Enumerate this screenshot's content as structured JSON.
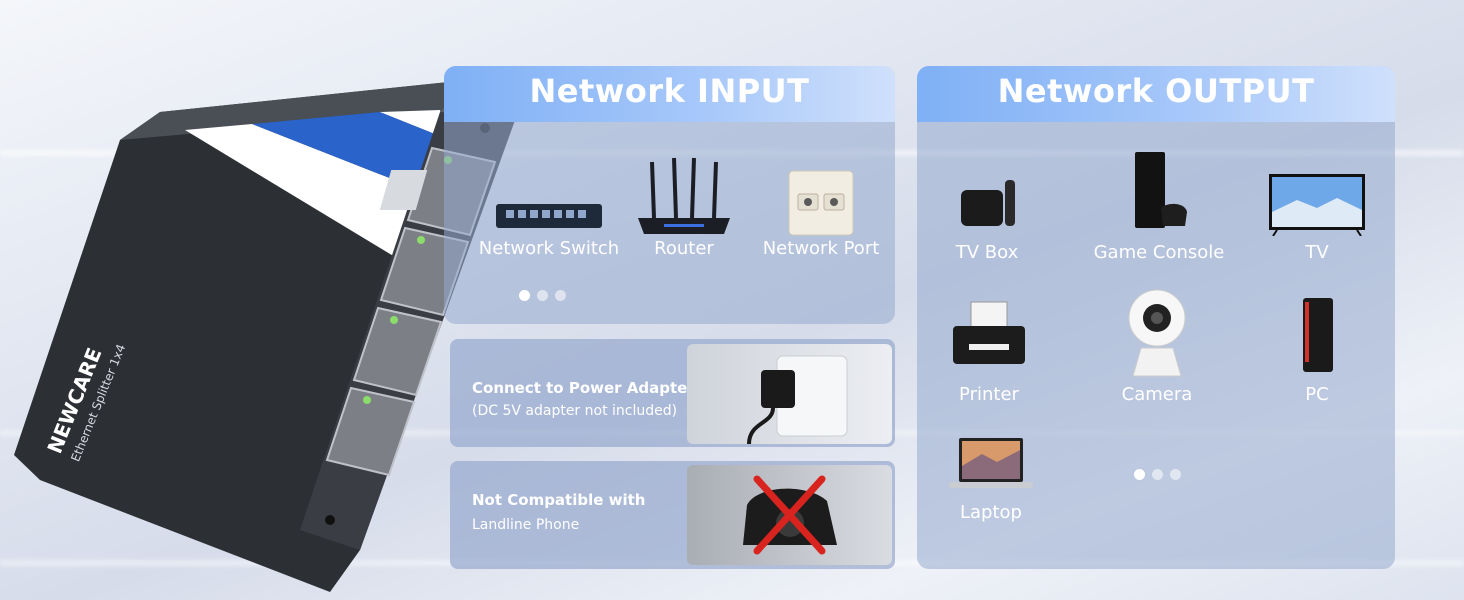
{
  "brand": {
    "logo_text": "NEWCARE",
    "product_line": "Ethernet Splitter 1x4"
  },
  "input_panel": {
    "title": "Network INPUT",
    "items": [
      {
        "label": "Network Switch",
        "icon": "network-switch-icon"
      },
      {
        "label": "Router",
        "icon": "router-icon"
      },
      {
        "label": "Network Port",
        "icon": "wall-port-icon"
      }
    ],
    "carousel": {
      "count": 3,
      "active": 0
    }
  },
  "power_card": {
    "title": "Connect to Power Adapter",
    "subtitle": "(DC 5V adapter not included)"
  },
  "phone_card": {
    "title": "Not Compatible with",
    "subtitle": "Landline Phone"
  },
  "output_panel": {
    "title": "Network OUTPUT",
    "items": [
      {
        "label": "TV Box",
        "icon": "tv-box-icon"
      },
      {
        "label": "Game Console",
        "icon": "game-console-icon"
      },
      {
        "label": "TV",
        "icon": "tv-icon"
      },
      {
        "label": "Printer",
        "icon": "printer-icon"
      },
      {
        "label": "Camera",
        "icon": "camera-icon"
      },
      {
        "label": "PC",
        "icon": "pc-icon"
      },
      {
        "label": "Laptop",
        "icon": "laptop-icon"
      }
    ],
    "carousel": {
      "count": 3,
      "active": 0
    }
  },
  "colors": {
    "accent_blue": "#2a63c9",
    "device_body": "#2b2e33",
    "panel_header": "#8ab8f7"
  }
}
